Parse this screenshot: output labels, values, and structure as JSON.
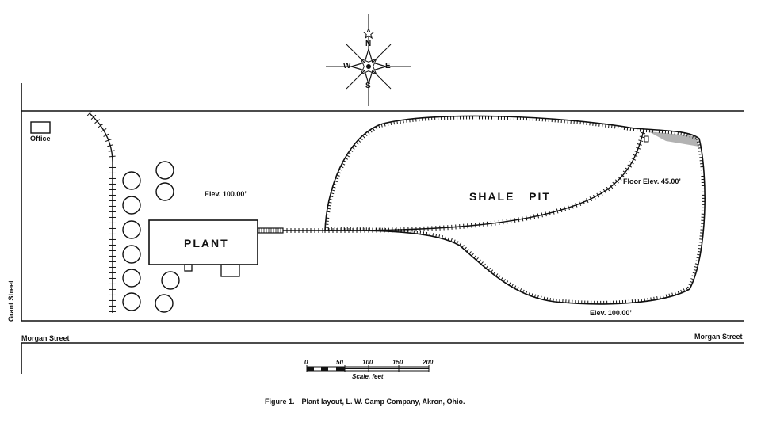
{
  "compass": {
    "north": "N",
    "south": "S",
    "east": "E",
    "west": "W"
  },
  "labels": {
    "office": "Office",
    "plant": "PLANT",
    "shale_pit": "SHALE   PIT",
    "elev_plant": "Elev. 100.00’",
    "floor_elev": "Floor Elev. 45.00’",
    "elev_bottom": "Elev. 100.00’",
    "grant_street": "Grant Street",
    "morgan_street_left": "Morgan Street",
    "morgan_street_right": "Morgan Street"
  },
  "scale": {
    "ticks": [
      "0",
      "50",
      "100",
      "150",
      "200"
    ],
    "title": "Scale, feet"
  },
  "caption": "Figure 1.—Plant layout, L. W. Camp Company, Akron, Ohio.",
  "colors": {
    "ink": "#111111",
    "background": "#ffffff"
  }
}
